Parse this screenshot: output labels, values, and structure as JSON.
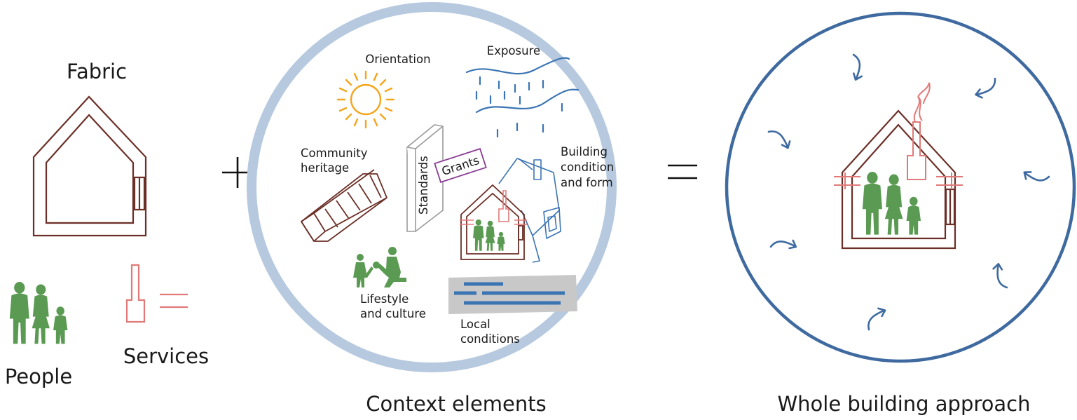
{
  "labels": {
    "fabric": "Fabric",
    "people": "People",
    "services": "Services",
    "context_elements": "Context elements",
    "whole_building": "Whole building approach",
    "plus": "+",
    "equals": "="
  },
  "context": {
    "orientation": "Orientation",
    "exposure": "Exposure",
    "community_line1": "Community",
    "community_line2": "heritage",
    "standards": "Standards",
    "grants": "Grants",
    "building_line1": "Building",
    "building_line2": "condition",
    "building_line3": "and form",
    "lifestyle_line1": "Lifestyle",
    "lifestyle_line2": "and culture",
    "local_line1": "Local",
    "local_line2": "conditions"
  },
  "colors": {
    "fabric": "#6b2f27",
    "people": "#5a9a52",
    "services": "#e07a78",
    "context_ring": "#b6c9df",
    "whole_ring": "#3f6aa0",
    "sun": "#f3a51c",
    "weather": "#3a74b3",
    "arrow": "#3f6aa0"
  },
  "icons": [
    "house-icon",
    "people-icon",
    "chimney-icon",
    "sun-icon",
    "rain-icon",
    "greenhouse-icon",
    "book-icon",
    "grants-tag-icon",
    "home-icon",
    "lifestyle-figures-icon",
    "ground-layers-icon",
    "wind-arrow-icon"
  ]
}
